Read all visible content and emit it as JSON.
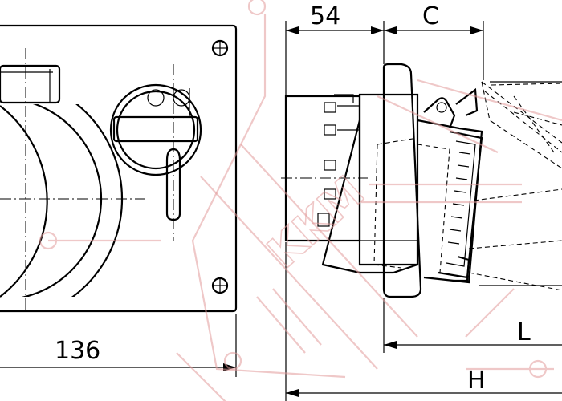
{
  "dimensions": {
    "width_front": "136",
    "depth_front": "54",
    "c": "C",
    "l": "L",
    "h": "H"
  },
  "watermark": {
    "text": "KKM"
  },
  "colors": {
    "line": "#000000",
    "watermark": "#e29a9a",
    "background": "#ffffff"
  }
}
